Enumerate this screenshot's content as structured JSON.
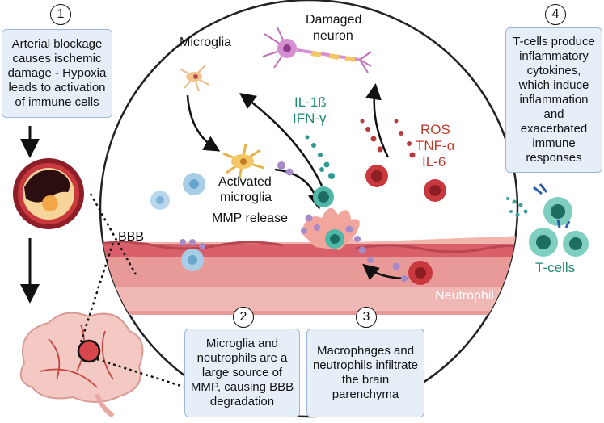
{
  "steps": [
    {
      "number": "1",
      "text": "Arterial blockage causes ischemic damage - Hypoxia leads to activation of immune cells"
    },
    {
      "number": "2",
      "text": "Microglia and neutrophils are a large source of MMP, causing BBB degradation"
    },
    {
      "number": "3",
      "text": "Macrophages and neutrophils infiltrate the brain parenchyma"
    },
    {
      "number": "4",
      "text": "T-cells produce inflammatory cytokines, which induce inflammation and exacerbated immune responses"
    }
  ],
  "labels": {
    "microglia": "Microglia",
    "damaged_neuron_1": "Damaged",
    "damaged_neuron_2": "neuron",
    "il1b": "IL-1ß",
    "ifng": "IFN-γ",
    "ros": "ROS",
    "tnfa": "TNF-α",
    "il6": "IL-6",
    "activated_1": "Activated",
    "activated_2": "microglia",
    "mmp_release": "MMP release",
    "bbb": "BBB",
    "neutrophil": "Neutrophil",
    "tcells": "T-cells"
  },
  "colors": {
    "box_fill": "#e6eef8",
    "box_border": "#9db7d8",
    "cytokine_teal": "#1f8a72",
    "cytokine_red": "#c0392b",
    "vessel": "#c9545a"
  }
}
